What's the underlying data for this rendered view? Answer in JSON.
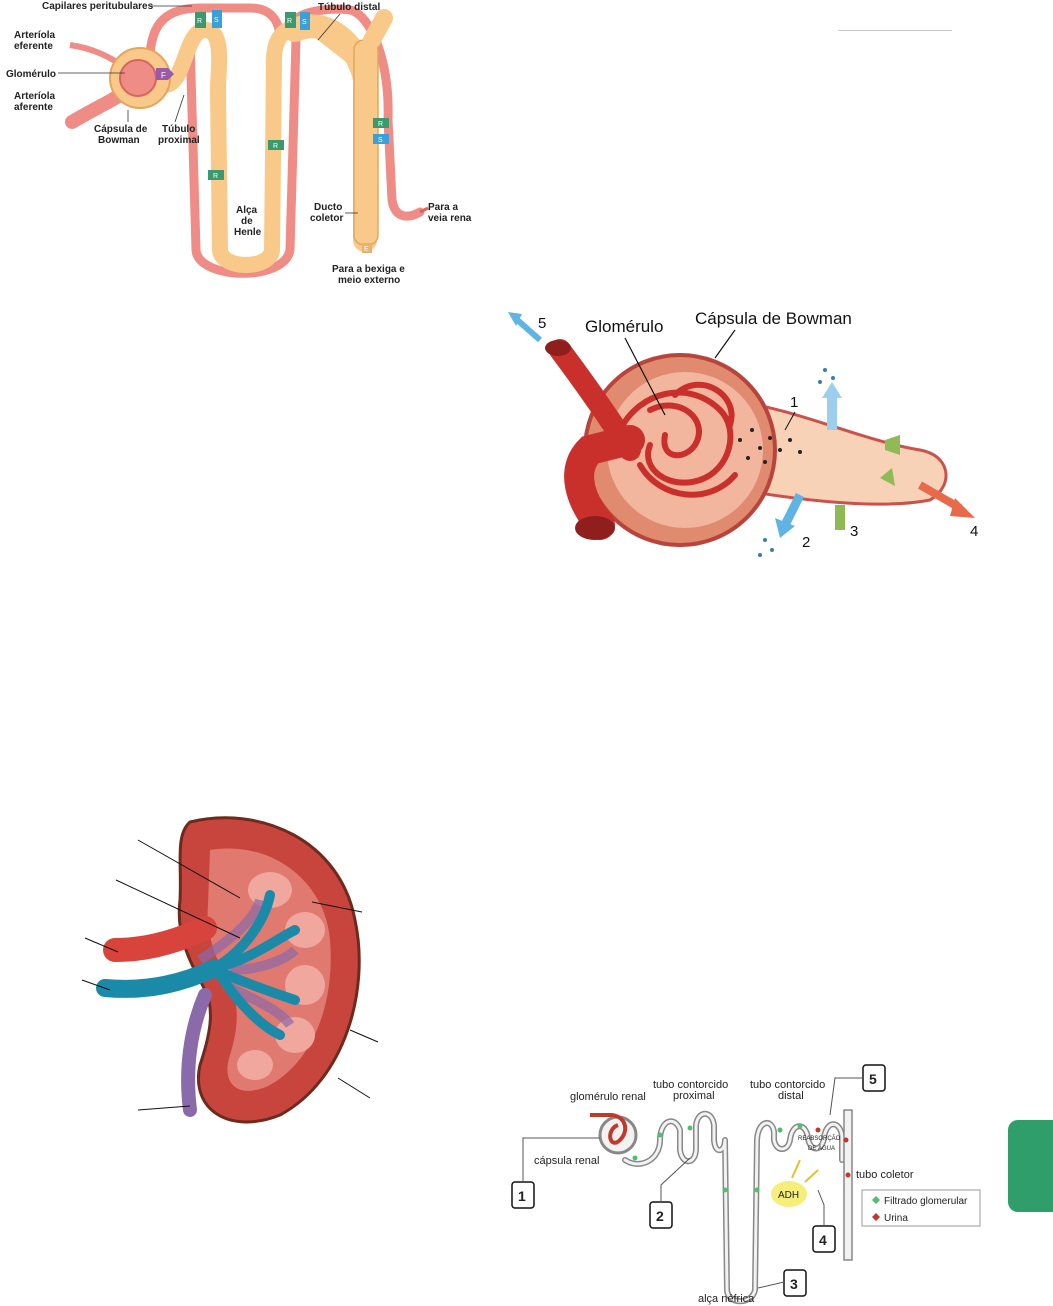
{
  "nephron_top": {
    "labels": {
      "capilares": "Capilares peritubulares",
      "tubulo_distal": "Túbulo distal",
      "arteriola_eferente_1": "Arteríola",
      "arteriola_eferente_2": "eferente",
      "glomerulo": "Glomérulo",
      "arteriola_aferente_1": "Arteríola",
      "arteriola_aferente_2": "aferente",
      "capsula_1": "Cápsula de",
      "capsula_2": "Bowman",
      "tubulo_proximal_1": "Túbulo",
      "tubulo_proximal_2": "proximal",
      "alca_1": "Alça",
      "alca_2": "de",
      "alca_3": "Henle",
      "ducto_1": "Ducto",
      "ducto_2": "coletor",
      "veia_1": "Para a",
      "veia_2": "veia rena",
      "bexiga_1": "Para a bexiga e",
      "bexiga_2": "meio externo"
    },
    "badges": {
      "filtration": "F",
      "reabsorption": "R",
      "secretion": "S",
      "excretion": "E"
    },
    "colors": {
      "tubule": "#f9c98a",
      "vessel": "#ef8c86",
      "vessel_dark": "#d8645e",
      "r_badge": "#3a9a6e",
      "s_badge": "#3aa0d8",
      "f_badge": "#9a5aa8"
    }
  },
  "glomerulus": {
    "labels": {
      "glomerulo": "Glomérulo",
      "capsula": "Cápsula de Bowman"
    },
    "numbers": [
      "1",
      "2",
      "3",
      "4",
      "5"
    ],
    "colors": {
      "vessel": "#c9302c",
      "arrow_blue": "#5fb4e4",
      "arrow_green": "#8fba55"
    }
  },
  "kidney": {
    "colors": {
      "cortex": "#c7453d",
      "artery": "#d8443c",
      "vein": "#1a8aa8",
      "ureter": "#8a6aa8"
    }
  },
  "nephron_bottom": {
    "labels": {
      "glomerulo_renal": "glomérulo renal",
      "tubo_proximal_1": "tubo contorcido",
      "tubo_proximal_2": "proximal",
      "tubo_distal_1": "tubo contorcido",
      "tubo_distal_2": "distal",
      "capsula_renal": "cápsula renal",
      "reabsorcao_1": "REABSORÇÃO",
      "reabsorcao_2": "DE ÁGUA",
      "adh": "ADH",
      "tubo_coletor": "tubo coletor",
      "alca_nefrica": "alça néfrica",
      "legend_filtrado": "Filtrado glomerular",
      "legend_urina": "Urina"
    },
    "boxes": [
      "1",
      "2",
      "3",
      "4",
      "5"
    ],
    "colors": {
      "filtrado": "#4cc06a",
      "urina": "#c0392b",
      "adh": "#f5ee7a"
    }
  },
  "page": {
    "tab_color": "#2f9e6a"
  }
}
